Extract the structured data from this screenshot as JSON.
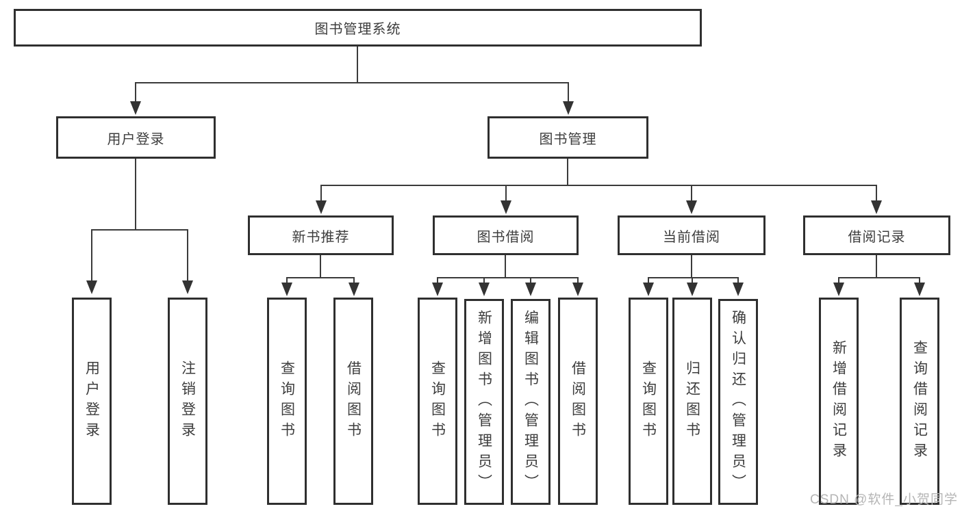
{
  "diagram": {
    "tree": {
      "label": "图书管理系统",
      "children": [
        {
          "label": "用户登录",
          "children": [
            {
              "label": "用户登录"
            },
            {
              "label": "注销登录"
            }
          ]
        },
        {
          "label": "图书管理",
          "children": [
            {
              "label": "新书推荐",
              "children": [
                {
                  "label": "查询图书"
                },
                {
                  "label": "借阅图书"
                }
              ]
            },
            {
              "label": "图书借阅",
              "children": [
                {
                  "label": "查询图书"
                },
                {
                  "label": "新增图书（管理员）"
                },
                {
                  "label": "编辑图书（管理员）"
                },
                {
                  "label": "借阅图书"
                }
              ]
            },
            {
              "label": "当前借阅",
              "children": [
                {
                  "label": "查询图书"
                },
                {
                  "label": "归还图书"
                },
                {
                  "label": "确认归还（管理员）"
                }
              ]
            },
            {
              "label": "借阅记录",
              "children": [
                {
                  "label": "新增借阅记录"
                },
                {
                  "label": "查询借阅记录"
                }
              ]
            }
          ]
        }
      ]
    },
    "colors": {
      "line": "#3a3a3a",
      "border": "#2f2f2f",
      "text": "#3d3d3d",
      "watermark_text_color": "#b5b5b5"
    }
  },
  "watermark": {
    "text": "CSDN @软件_小贺同学"
  }
}
